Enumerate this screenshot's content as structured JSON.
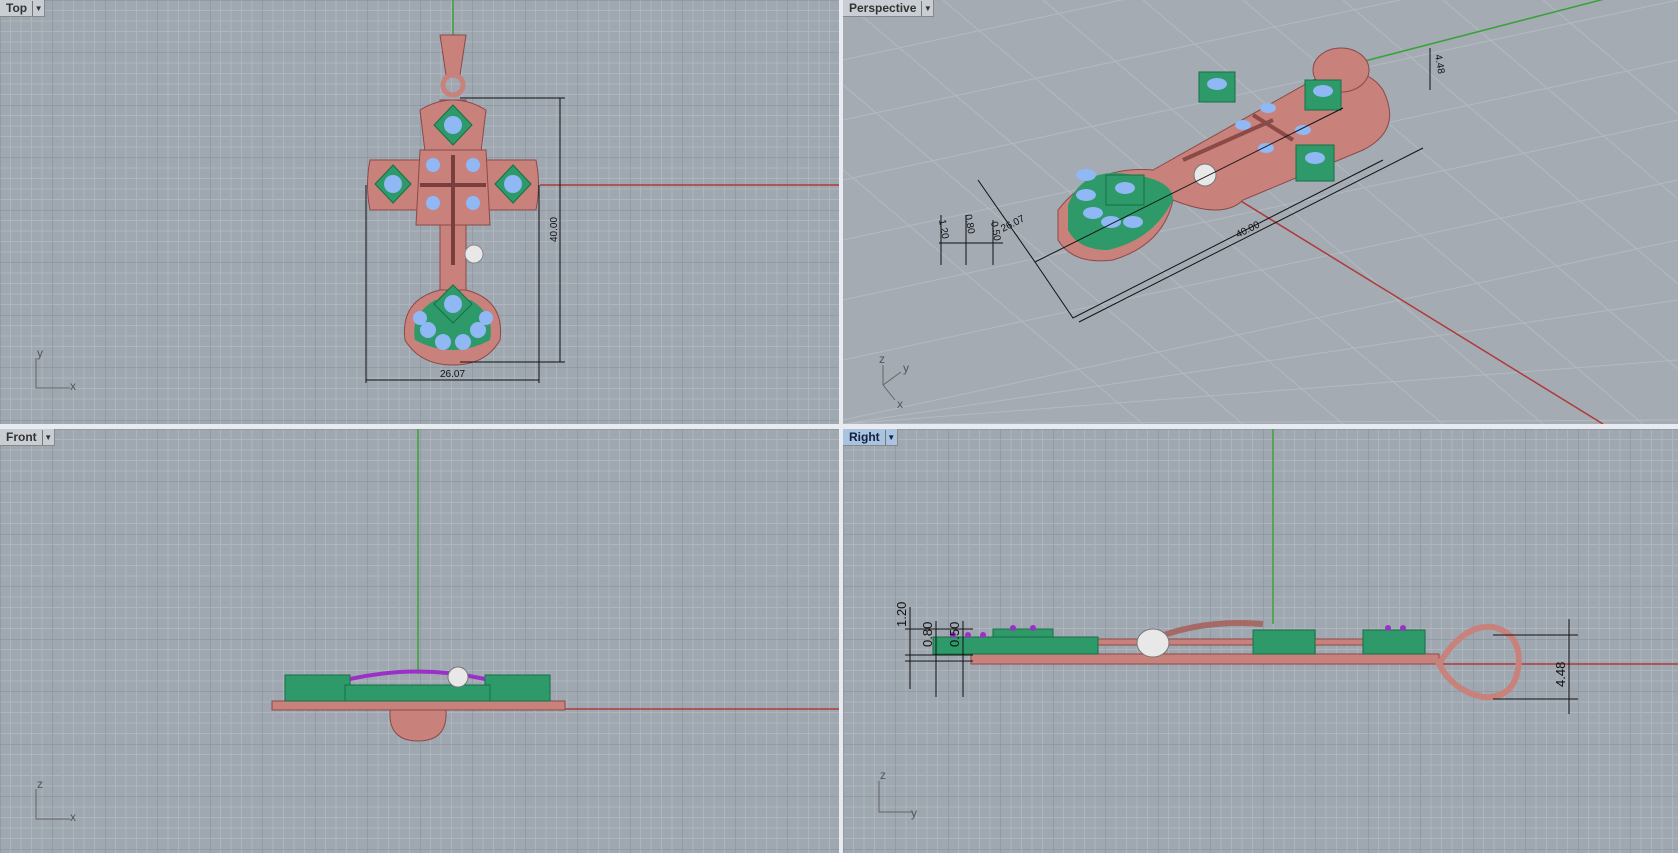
{
  "viewports": {
    "top": {
      "label": "Top",
      "active": false,
      "dimensions": {
        "height": "40.00",
        "width": "26.07"
      },
      "axes": [
        "y",
        "x"
      ]
    },
    "perspective": {
      "label": "Perspective",
      "active": false,
      "dimensions": {
        "length": "40.00",
        "h1": "1.20",
        "h2": "0.80",
        "h3": "0.50",
        "width": "26.07",
        "bail": "4.48"
      },
      "axes": [
        "z",
        "y",
        "x"
      ]
    },
    "front": {
      "label": "Front",
      "active": false,
      "axes": [
        "z",
        "x"
      ]
    },
    "right": {
      "label": "Right",
      "active": true,
      "dimensions": {
        "h1": "1.20",
        "h2": "0.80",
        "h3": "0.50",
        "bail": "4.48"
      },
      "axes": [
        "z",
        "y"
      ]
    }
  },
  "colors": {
    "background": "#9fa7b0",
    "metal": "#c9817c",
    "setting": "#2e9a6a",
    "stone": "#8fb8f5",
    "prong": "#9b30c8",
    "x_axis": "#b03a3a",
    "y_axis": "#3aa13a"
  },
  "icons": {
    "viewport_menu": "dropdown-arrow-icon"
  }
}
